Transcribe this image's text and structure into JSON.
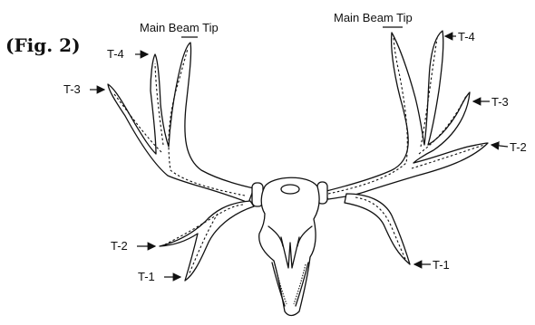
{
  "figure": {
    "title": "(Fig. 2)"
  },
  "labels": {
    "left": {
      "main_beam_tip": "Main Beam Tip",
      "t4": "T-4",
      "t3": "T-3",
      "t2": "T-2",
      "t1": "T-1"
    },
    "right": {
      "main_beam_tip": "Main Beam Tip",
      "t4": "T-4",
      "t3": "T-3",
      "t2": "T-2",
      "t1": "T-1"
    }
  }
}
